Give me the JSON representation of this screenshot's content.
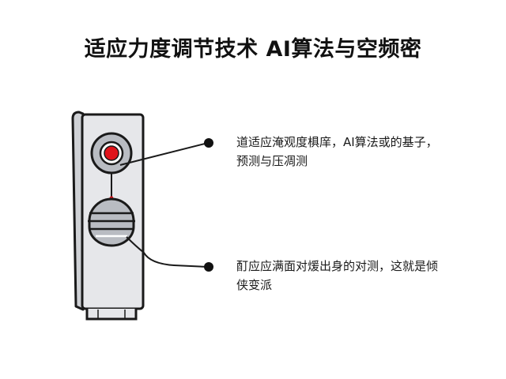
{
  "title": "适应力度调节技术 AI算法与空频密",
  "callouts": [
    {
      "line1": "道适应淹观度椇庠，AI算法或的基子，",
      "line2": "预测与压凋测"
    },
    {
      "line1": "酊应应满面对煖出身的对测，这就是倾",
      "line2": "侠变派"
    }
  ],
  "colors": {
    "device_body": "#e6e7ea",
    "outline": "#1a1a1a",
    "indicator": "#e0141b",
    "sensor_gray": "#b9bcc2"
  }
}
